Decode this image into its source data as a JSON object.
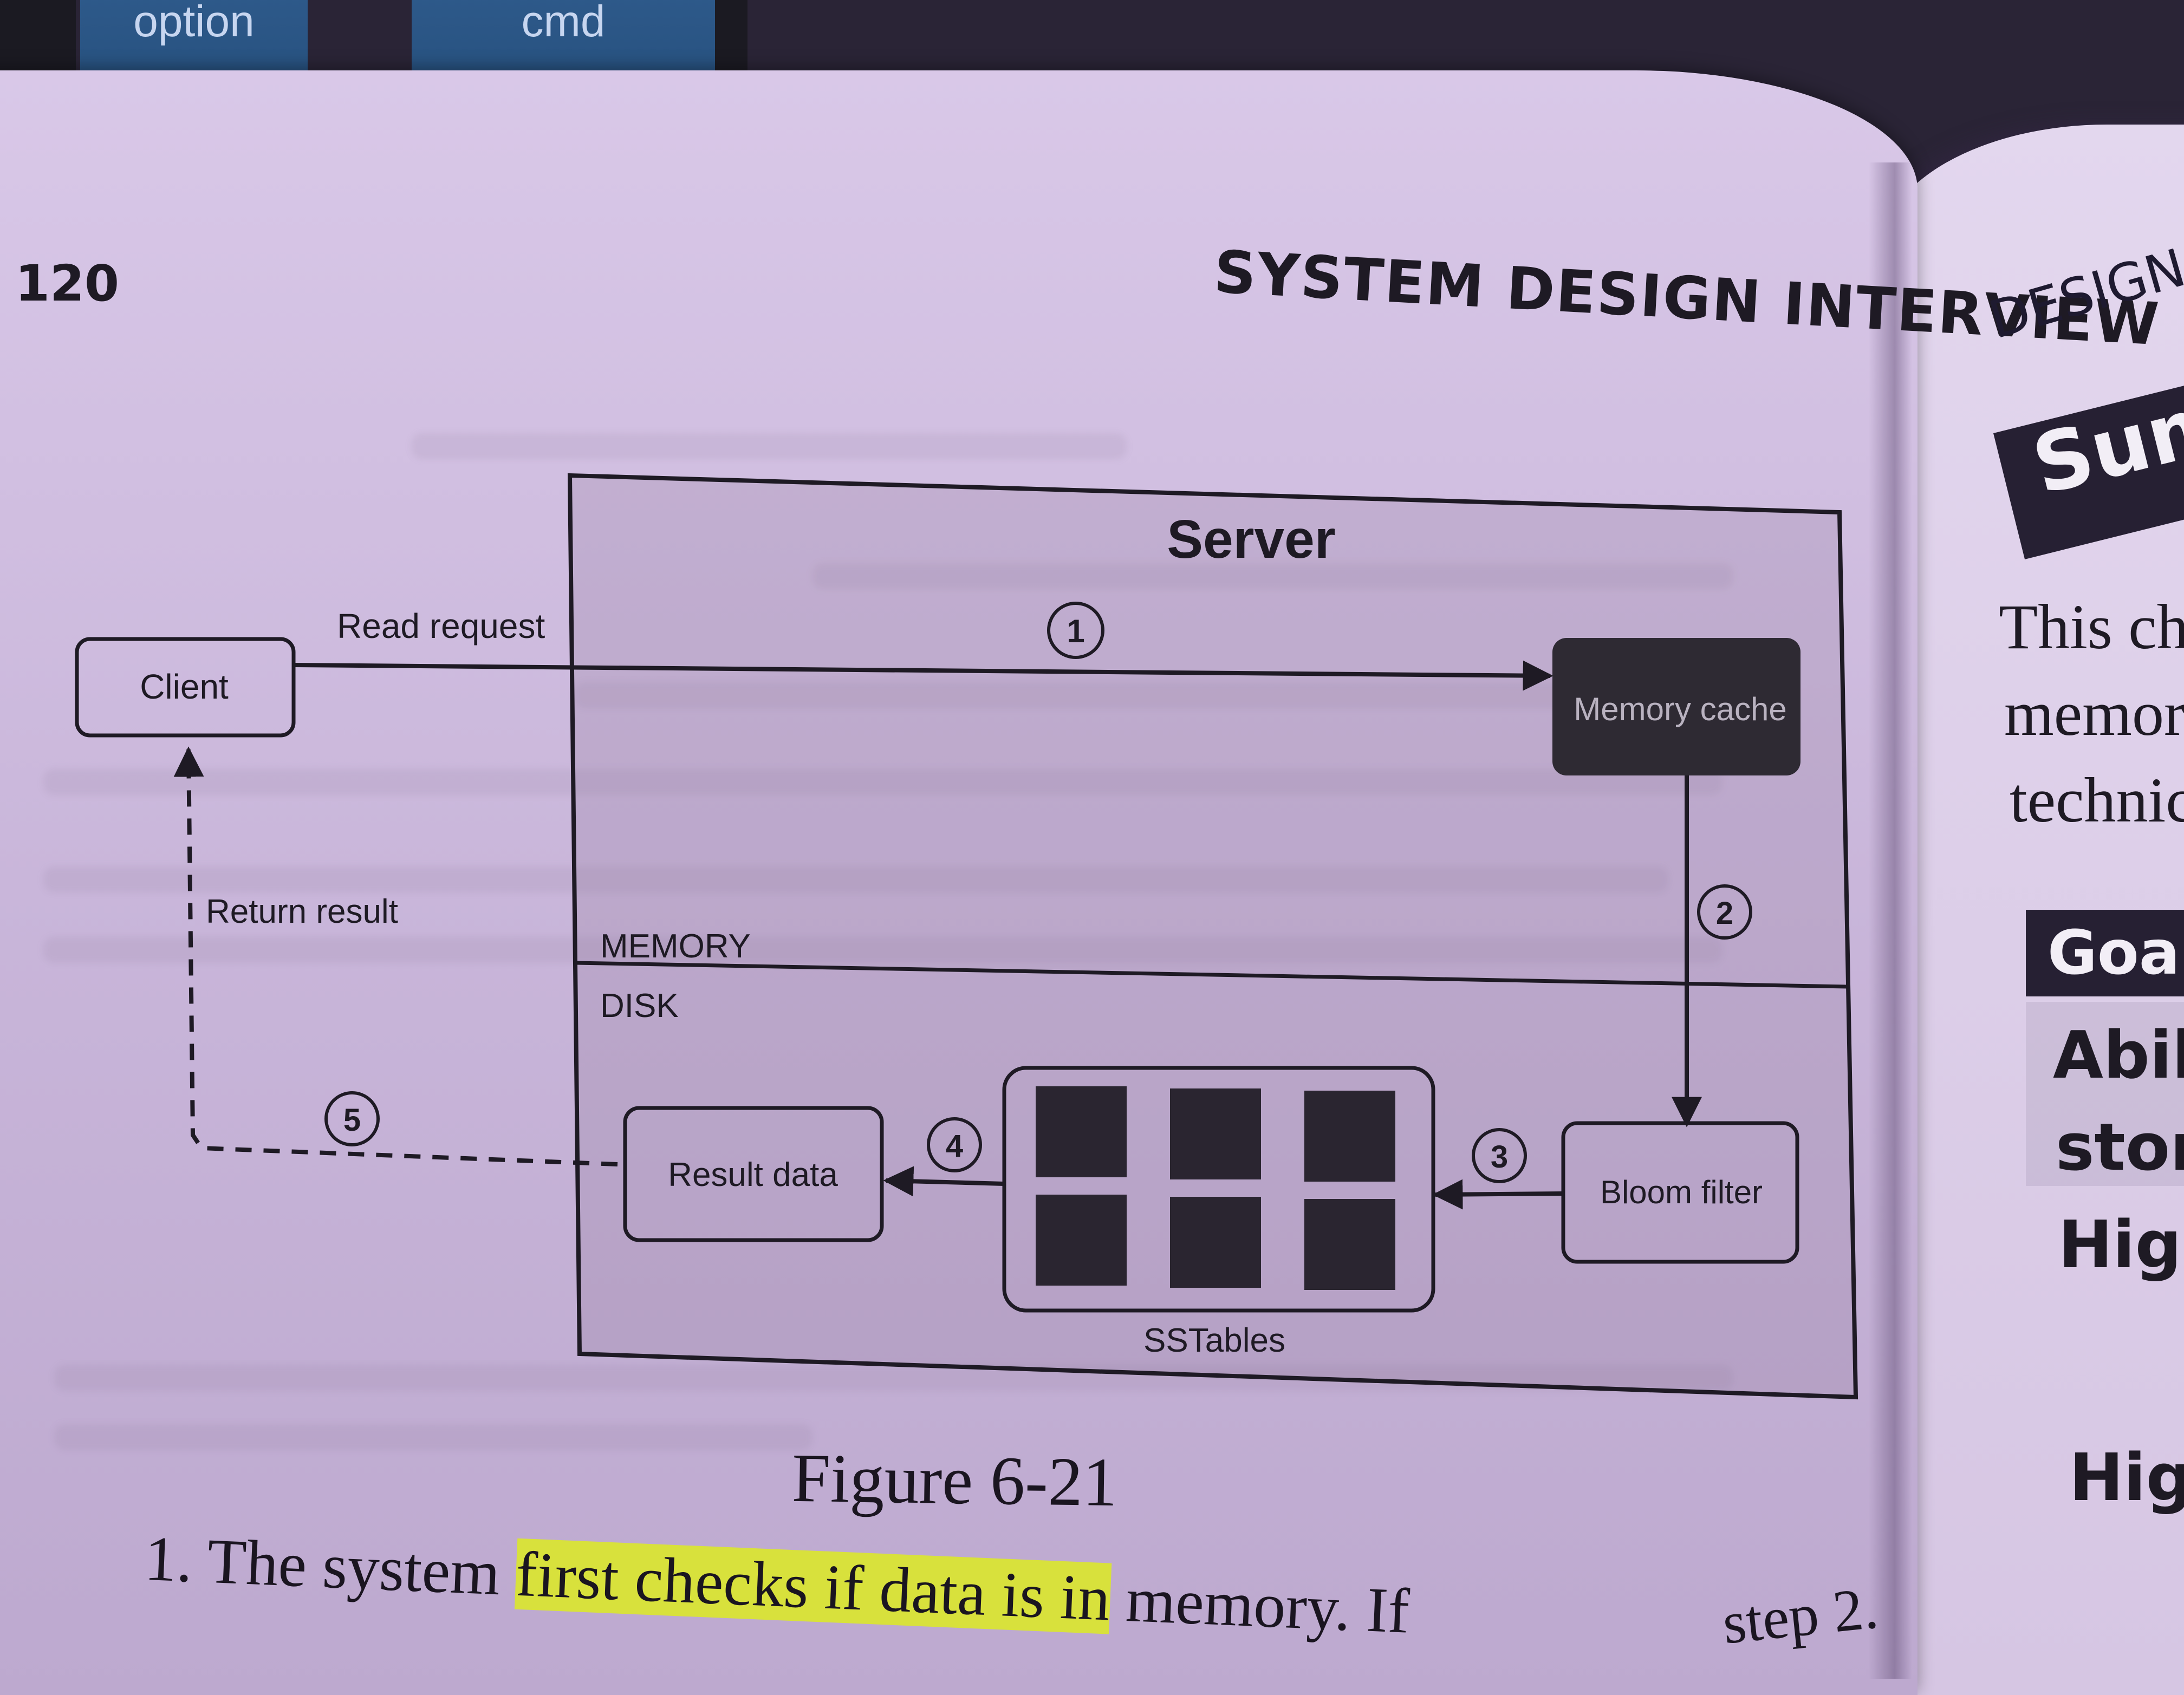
{
  "keyboard": {
    "key_option": "option",
    "key_cmd": "cmd"
  },
  "left_page": {
    "page_number": "120",
    "running_head": "SYSTEM DESIGN INTERVIEW",
    "figure_caption": "Figure 6-21",
    "body_text_start": "1.  The system ",
    "body_text_highlight": "first checks if data is in",
    "body_text_rest": " memory. If",
    "body_text_tail": "step 2."
  },
  "diagram": {
    "server_label": "Server",
    "client_label": "Client",
    "read_request_label": "Read request",
    "return_result_label": "Return result",
    "memory_cache_label": "Memory cache",
    "memory_label": "MEMORY",
    "disk_label": "DISK",
    "bloom_filter_label": "Bloom filter",
    "result_data_label": "Result data",
    "sstables_label": "SSTables",
    "step_1": "1",
    "step_2": "2",
    "step_3": "3",
    "step_4": "4",
    "step_5": "5"
  },
  "right_page": {
    "running_head": "DESIGN A",
    "summary_heading": "Sum",
    "intro_line_1": "This ch",
    "intro_line_2": "memor",
    "intro_line_3": "technic",
    "table_header": "Goal",
    "row_1_line_1": "Abilit",
    "row_1_line_2": "store",
    "row_2": "High",
    "row_3": "High"
  },
  "colors": {
    "page": "#d4c2e3",
    "ink": "#1e1a24",
    "cache_box": "#2e2a33",
    "highlight": "#d8e13c"
  }
}
